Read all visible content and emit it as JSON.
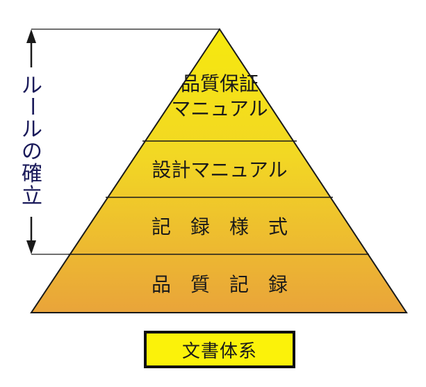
{
  "pyramid": {
    "tiers": [
      {
        "lines": [
          "品質保証",
          "マニュアル"
        ]
      },
      {
        "lines": [
          "設計マニュアル"
        ]
      },
      {
        "lines": [
          "記　録　様　式"
        ]
      },
      {
        "lines": [
          "品　質　記　録"
        ]
      }
    ],
    "colors": {
      "top": "#f6e90e",
      "bottom": "#e9a43a",
      "line": "#1a1a1a"
    }
  },
  "rule_label": {
    "chars": [
      "ル",
      "ー",
      "ル",
      "の",
      "確",
      "立"
    ],
    "color": "#1a1a5a"
  },
  "caption": {
    "label": "文書体系",
    "fill": "#fbf20a"
  }
}
